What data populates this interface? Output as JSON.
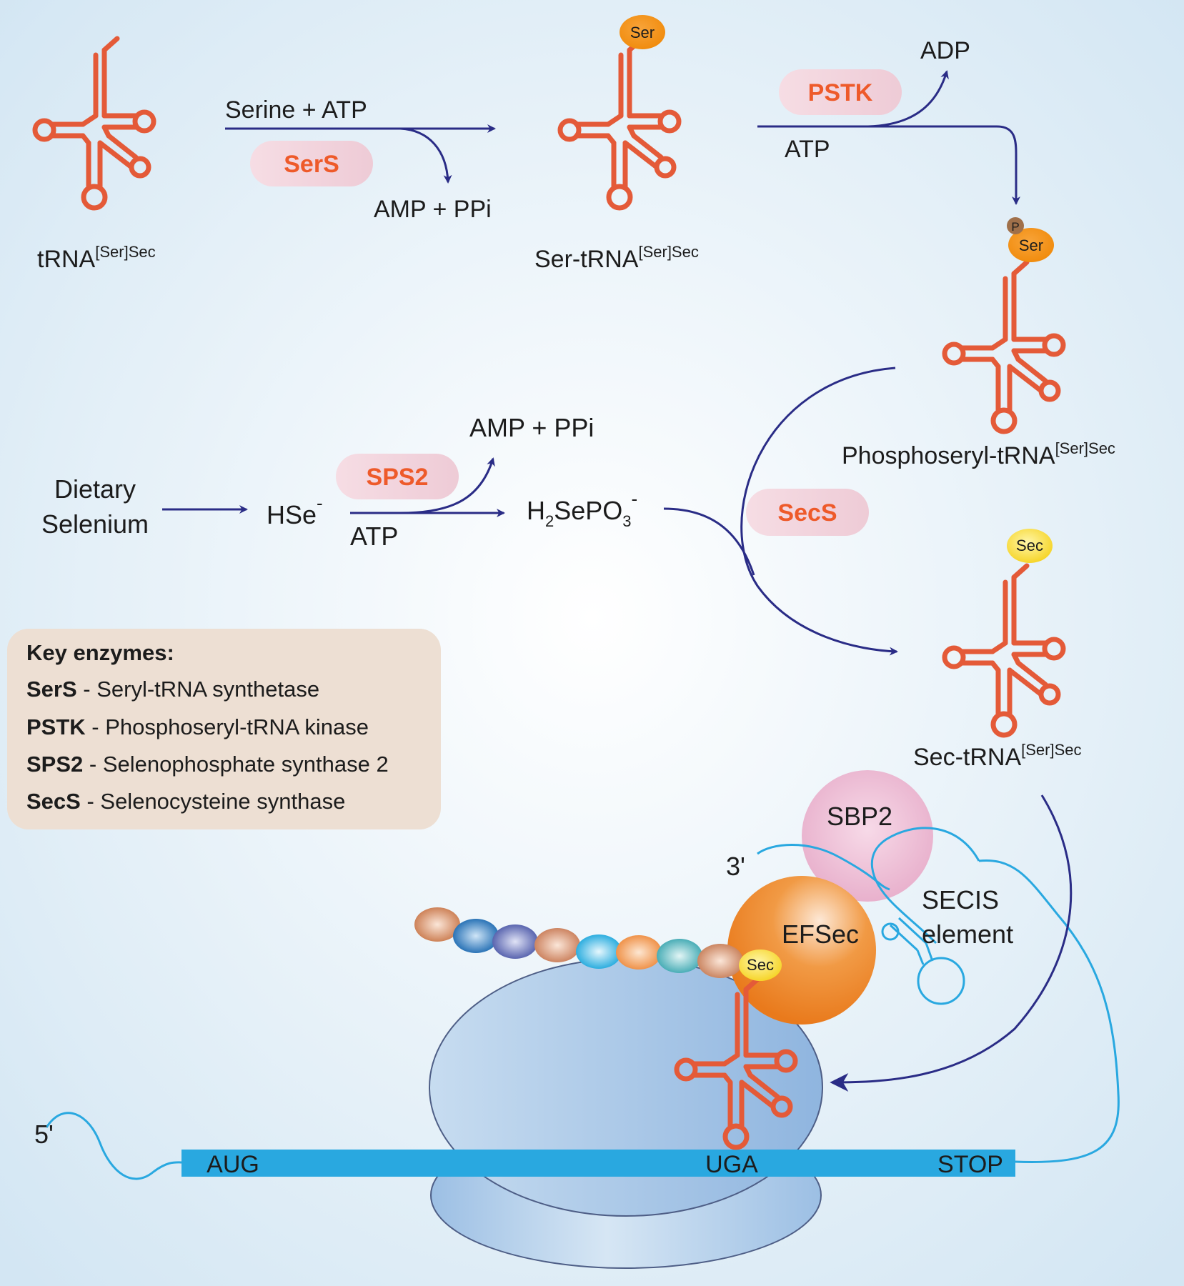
{
  "colors": {
    "background_center": "#ffffff",
    "background_edge": "#d3e6f3",
    "trna": "#e45a38",
    "arrow": "#2a2c86",
    "enzyme_pill": "#f2d3dc",
    "enzyme_text": "#ee5a2a",
    "ser_ball": "#f28c0f",
    "sec_ball": "#f6dc2a",
    "phospho_ball": "#a0704a",
    "mrna": "#29a8e0",
    "ribosome": "#a9c7e6",
    "efsec": "#ee8424",
    "sbp2": "#eab3cd",
    "key_box": "#eddfd3"
  },
  "trna_labels": {
    "t1": {
      "main": "tRNA",
      "sup": "[Ser]Sec"
    },
    "t2": {
      "main": "Ser-tRNA",
      "sup": "[Ser]Sec"
    },
    "t3": {
      "main": "Phosphoseryl-tRNA",
      "sup": "[Ser]Sec"
    },
    "t4": {
      "main": "Sec-tRNA",
      "sup": "[Ser]Sec"
    }
  },
  "residues": {
    "ser": "Ser",
    "phospho": "P",
    "sec": "Sec"
  },
  "enzymes": {
    "sers": "SerS",
    "pstk": "PSTK",
    "sps2": "SPS2",
    "secs": "SecS"
  },
  "reactions": {
    "serine_atp": "Serine + ATP",
    "amp_ppi_1": "AMP + PPi",
    "adp": "ADP",
    "atp_pstk": "ATP",
    "dietary": "Dietary",
    "selenium": "Selenium",
    "hse": "HSe",
    "minus": "-",
    "amp_ppi_2": "AMP + PPi",
    "atp_sps2": "ATP",
    "h": "H",
    "sub2": "2",
    "sepo": "SePO",
    "sub3": "3",
    "minus2": "-"
  },
  "key_box": {
    "title": "Key enzymes:",
    "items": [
      {
        "abbr": "SerS",
        "desc": " - Seryl-tRNA synthetase"
      },
      {
        "abbr": "PSTK",
        "desc": " - Phosphoseryl-tRNA kinase"
      },
      {
        "abbr": "SPS2",
        "desc": " - Selenophosphate synthase 2"
      },
      {
        "abbr": "SecS",
        "desc": " - Selenocysteine synthase"
      }
    ]
  },
  "translation": {
    "sbp2": "SBP2",
    "efsec": "EFSec",
    "secis_1": "SECIS",
    "secis_2": "element",
    "three_prime": "3'",
    "five_prime": "5'",
    "aug": "AUG",
    "uga": "UGA",
    "stop": "STOP",
    "sec": "Sec"
  }
}
